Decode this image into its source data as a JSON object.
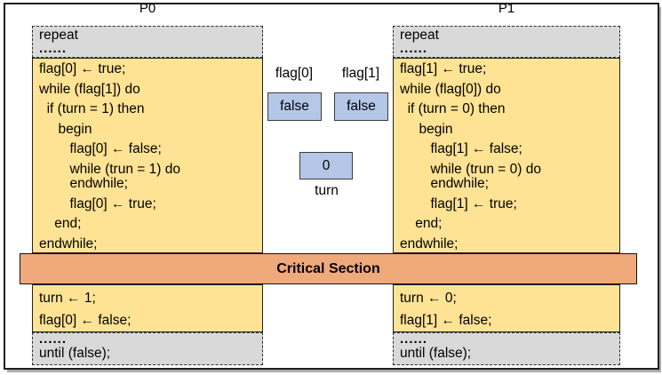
{
  "colors": {
    "yellow": "#ffe394",
    "gray": "#d9d9d9",
    "blue": "#b4c7e7",
    "orange": "#f0a97b"
  },
  "p0": {
    "title": "P0",
    "pre": [
      [
        "repeat"
      ],
      [
        "......"
      ]
    ],
    "code": [
      [
        "flag[0] ← true;"
      ],
      [
        "while (flag[1]) do"
      ],
      [
        "  if (turn = 1) then"
      ],
      [
        "     begin"
      ],
      [
        "        flag[0] ← false;"
      ],
      [
        "        while (trun = 1) do",
        "        endwhile;"
      ],
      [
        "        flag[0] ← true;"
      ],
      [
        "    end;"
      ],
      [
        "endwhile;"
      ]
    ],
    "post": [
      [
        "turn ← 1;"
      ],
      [
        "flag[0] ← false;"
      ]
    ],
    "outro": [
      [
        "......"
      ],
      [
        "until (false);"
      ]
    ]
  },
  "p1": {
    "title": "P1",
    "pre": [
      [
        "repeat"
      ],
      [
        "......"
      ]
    ],
    "code": [
      [
        "flag[1] ← true;"
      ],
      [
        "while (flag[0]) do"
      ],
      [
        "  if (turn = 0) then"
      ],
      [
        "     begin"
      ],
      [
        "        flag[1] ← false;"
      ],
      [
        "        while (trun = 0) do",
        "        endwhile;"
      ],
      [
        "        flag[1] ← true;"
      ],
      [
        "    end;"
      ],
      [
        "endwhile;"
      ]
    ],
    "post": [
      [
        "turn ← 0;"
      ],
      [
        "flag[1] ← false;"
      ]
    ],
    "outro": [
      [
        "......"
      ],
      [
        "until (false);"
      ]
    ]
  },
  "memory": {
    "flag0_label": "flag[0]",
    "flag1_label": "flag[1]",
    "flag0_value": "false",
    "flag1_value": "false",
    "turn_value": "0",
    "turn_label": "turn"
  },
  "critical_section_label": "Critical Section"
}
